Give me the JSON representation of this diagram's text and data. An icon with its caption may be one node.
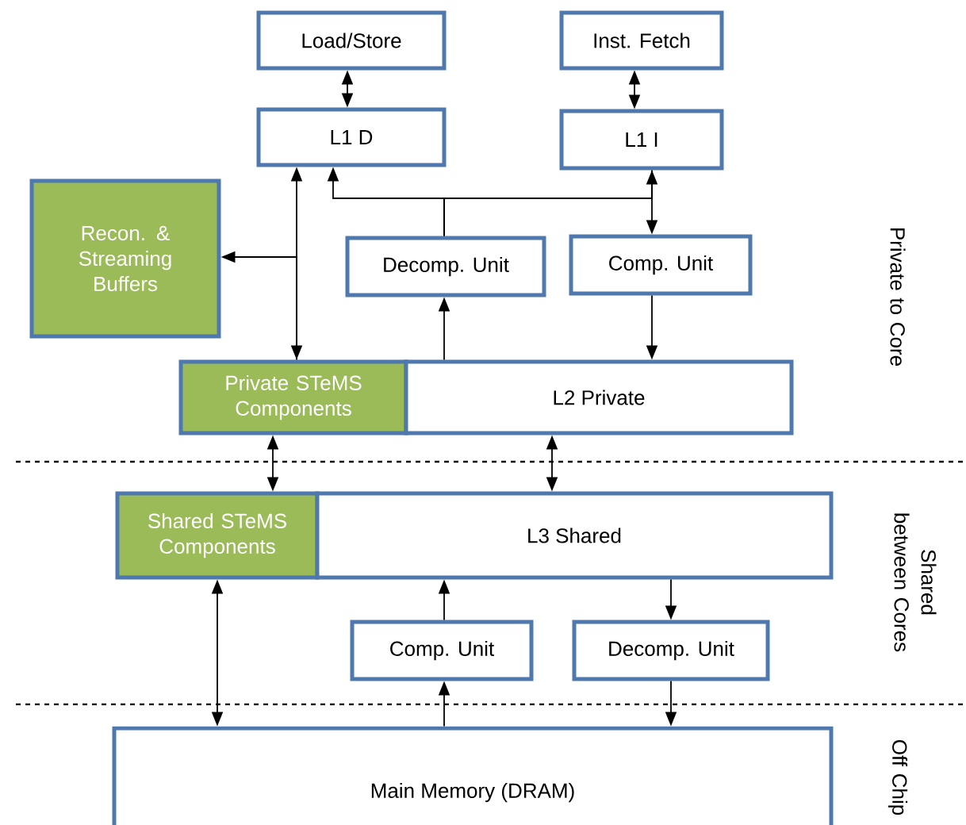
{
  "diagram": {
    "nodes": [
      {
        "text": [
          "Load/Store"
        ]
      },
      {
        "text": [
          "Inst. Fetch"
        ]
      },
      {
        "text": [
          "L1 D"
        ]
      },
      {
        "text": [
          "L1 I"
        ]
      },
      {
        "text": [
          "Recon. & Streaming Buffers"
        ]
      },
      {
        "text": [
          "Decomp. Unit"
        ]
      },
      {
        "text": [
          "Comp. Unit"
        ]
      },
      {
        "text": [
          "Private STeMS Components"
        ]
      },
      {
        "text": [
          "L2 Private"
        ]
      },
      {
        "text": [
          "Shared STeMS Components"
        ]
      },
      {
        "text": [
          "L3 Shared"
        ]
      },
      {
        "text": [
          "Comp. Unit"
        ]
      },
      {
        "text": [
          "Decomp. Unit"
        ]
      },
      {
        "text": [
          "Main Memory (DRAM)"
        ]
      }
    ],
    "edges": [
      {
        "from": 0,
        "to": 2,
        "arrow": "both"
      },
      {
        "from": 1,
        "to": 3,
        "arrow": "both"
      },
      {
        "from": 2,
        "to": 7,
        "arrow": "both"
      },
      {
        "from": 7,
        "to": 4,
        "arrow": "to"
      },
      {
        "from": 5,
        "to": 2,
        "arrow": "to"
      },
      {
        "from": 5,
        "to": 3,
        "arrow": "to"
      },
      {
        "from": 3,
        "to": 6,
        "arrow": "to"
      },
      {
        "from": 8,
        "to": 5,
        "arrow": "to"
      },
      {
        "from": 6,
        "to": 8,
        "arrow": "to"
      },
      {
        "from": 7,
        "to": 9,
        "arrow": "both"
      },
      {
        "from": 8,
        "to": 10,
        "arrow": "both"
      },
      {
        "from": 9,
        "to": 13,
        "arrow": "both"
      },
      {
        "from": 11,
        "to": 10,
        "arrow": "to"
      },
      {
        "from": 13,
        "to": 11,
        "arrow": "to"
      },
      {
        "from": 10,
        "to": 12,
        "arrow": "to"
      },
      {
        "from": 12,
        "to": 13,
        "arrow": "to"
      }
    ],
    "labels": [
      "Private to Core",
      "Shared between Cores",
      "Off Chip"
    ]
  }
}
